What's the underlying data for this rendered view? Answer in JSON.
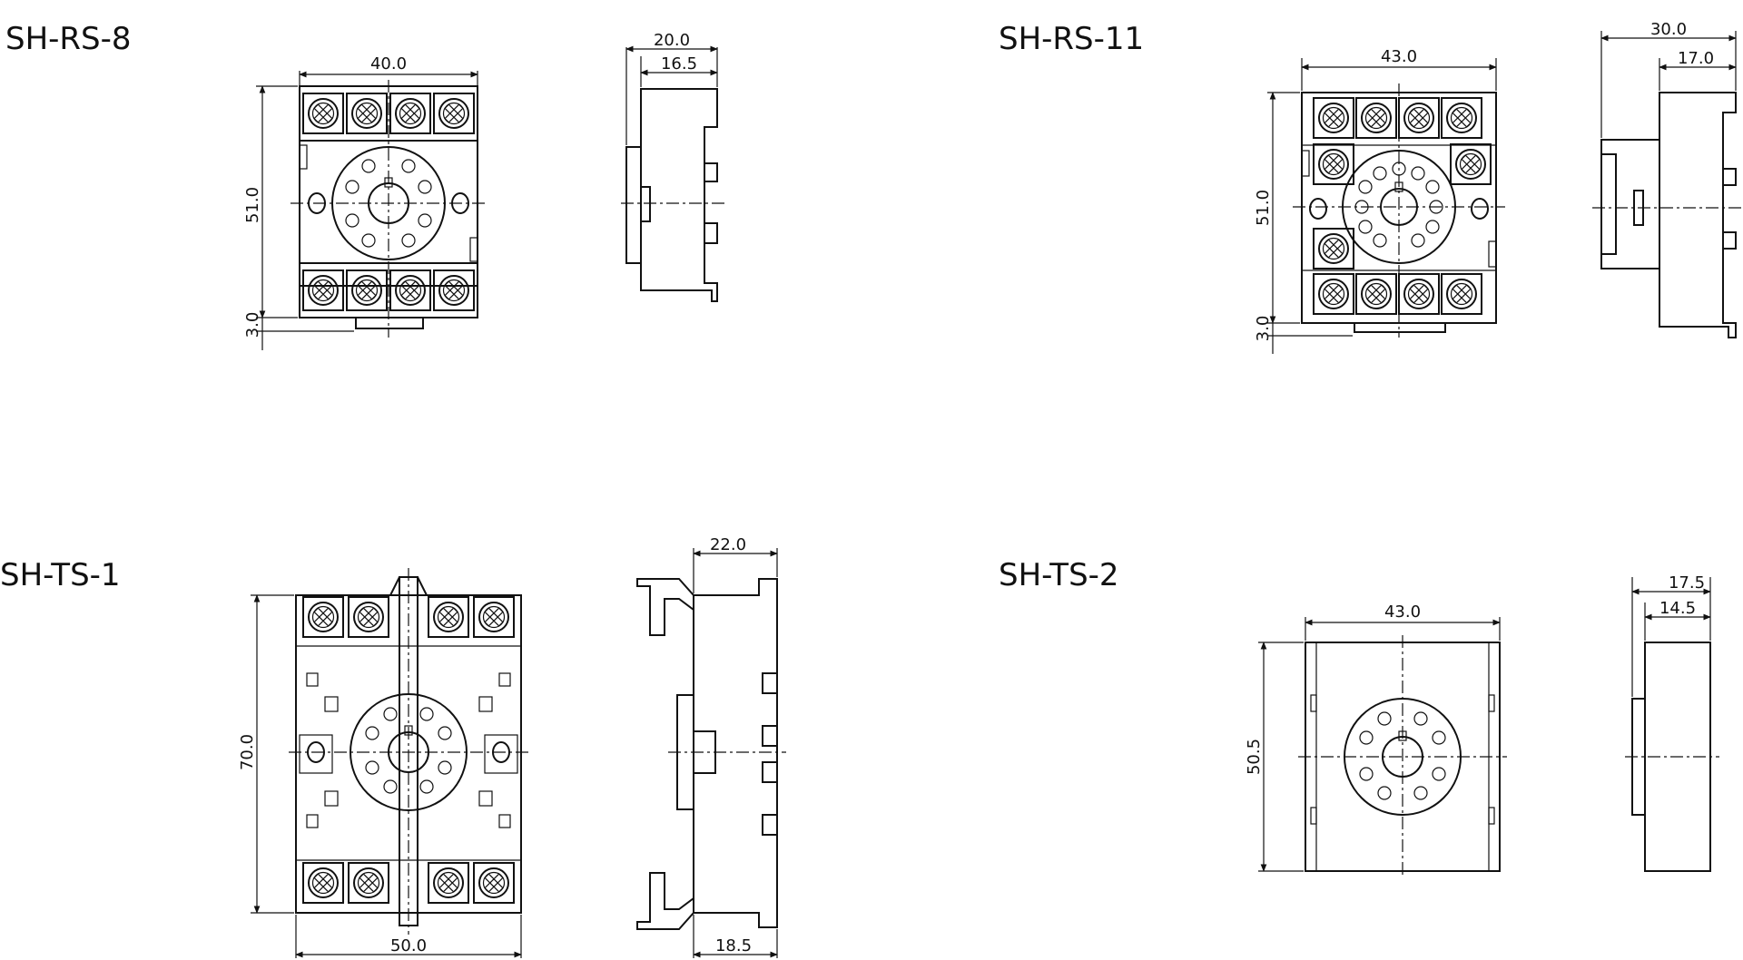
{
  "models": {
    "rs8": {
      "title": "SH-RS-8",
      "width": "40.0",
      "height": "51.0",
      "rail": "3.0",
      "depth": "20.0",
      "depth_inner": "16.5"
    },
    "rs11": {
      "title": "SH-RS-11",
      "width": "43.0",
      "height": "51.0",
      "rail": "3.0",
      "depth": "30.0",
      "depth_inner": "17.0"
    },
    "ts1": {
      "title": "SH-TS-1",
      "width": "50.0",
      "height": "70.0",
      "depth": "22.0",
      "depth_inner": "18.5"
    },
    "ts2": {
      "title": "SH-TS-2",
      "width": "43.0",
      "height": "50.5",
      "depth": "17.5",
      "depth_inner": "14.5"
    }
  },
  "icons": {
    "terminal_screw": "terminal-screw-icon",
    "socket_pin_hole": "pin-hole-icon",
    "mounting_hole": "mounting-hole-icon"
  }
}
